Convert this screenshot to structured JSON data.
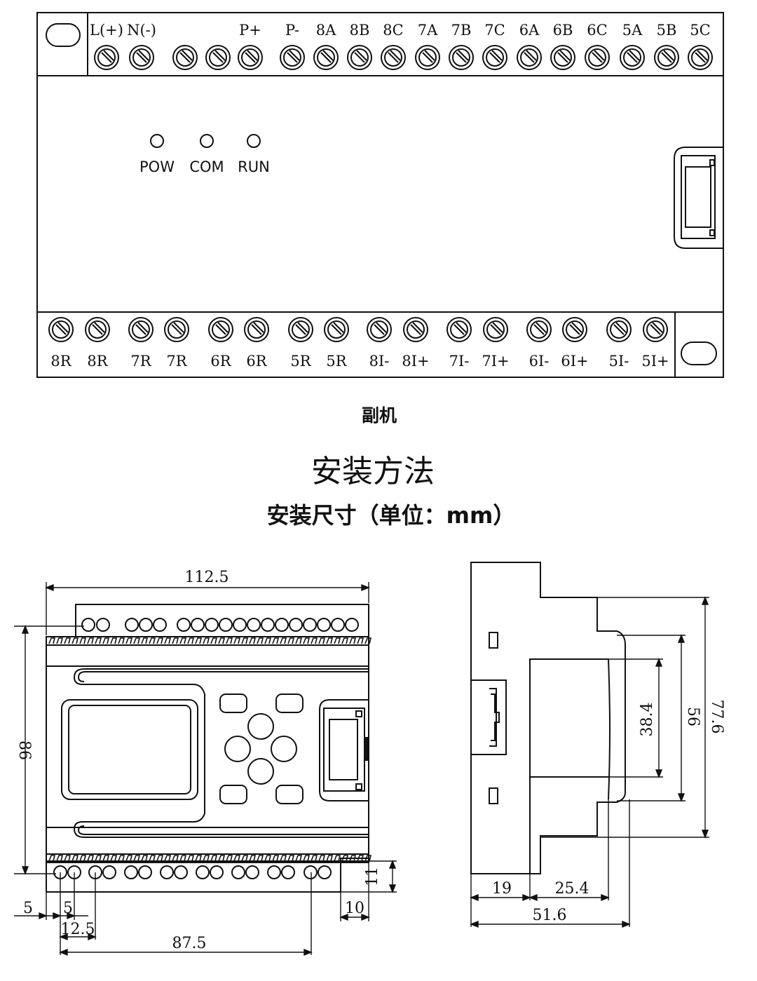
{
  "top_terminals": [
    "L(+)",
    "N(-)",
    "",
    "",
    "P+",
    "P-",
    "8A",
    "8B",
    "8C",
    "7A",
    "7B",
    "7C",
    "6A",
    "6B",
    "6C",
    "5A",
    "5B",
    "5C"
  ],
  "bottom_terminals": [
    "8R",
    "8R",
    "7R",
    "7R",
    "6R",
    "6R",
    "5R",
    "5R",
    "8I-",
    "8I+",
    "7I-",
    "7I+",
    "6I-",
    "6I+",
    "5I-",
    "5I+"
  ],
  "leds": [
    "POW",
    "COM",
    "RUN"
  ],
  "device_caption": "副机",
  "section_title": "安装方法",
  "section_subtitle": "安装尺寸（单位：mm）",
  "front_dims": {
    "width": "112.5",
    "height": "86",
    "left_margin": "5",
    "hole_offset": "5",
    "hole_offset2": "12.5",
    "hole_span": "87.5",
    "right_margin": "10",
    "bottom_height": "11"
  },
  "side_dims": {
    "d19": "19",
    "d25": "25.4",
    "d51": "51.6",
    "h38": "38.4",
    "h56": "56",
    "h77": "77.6"
  }
}
